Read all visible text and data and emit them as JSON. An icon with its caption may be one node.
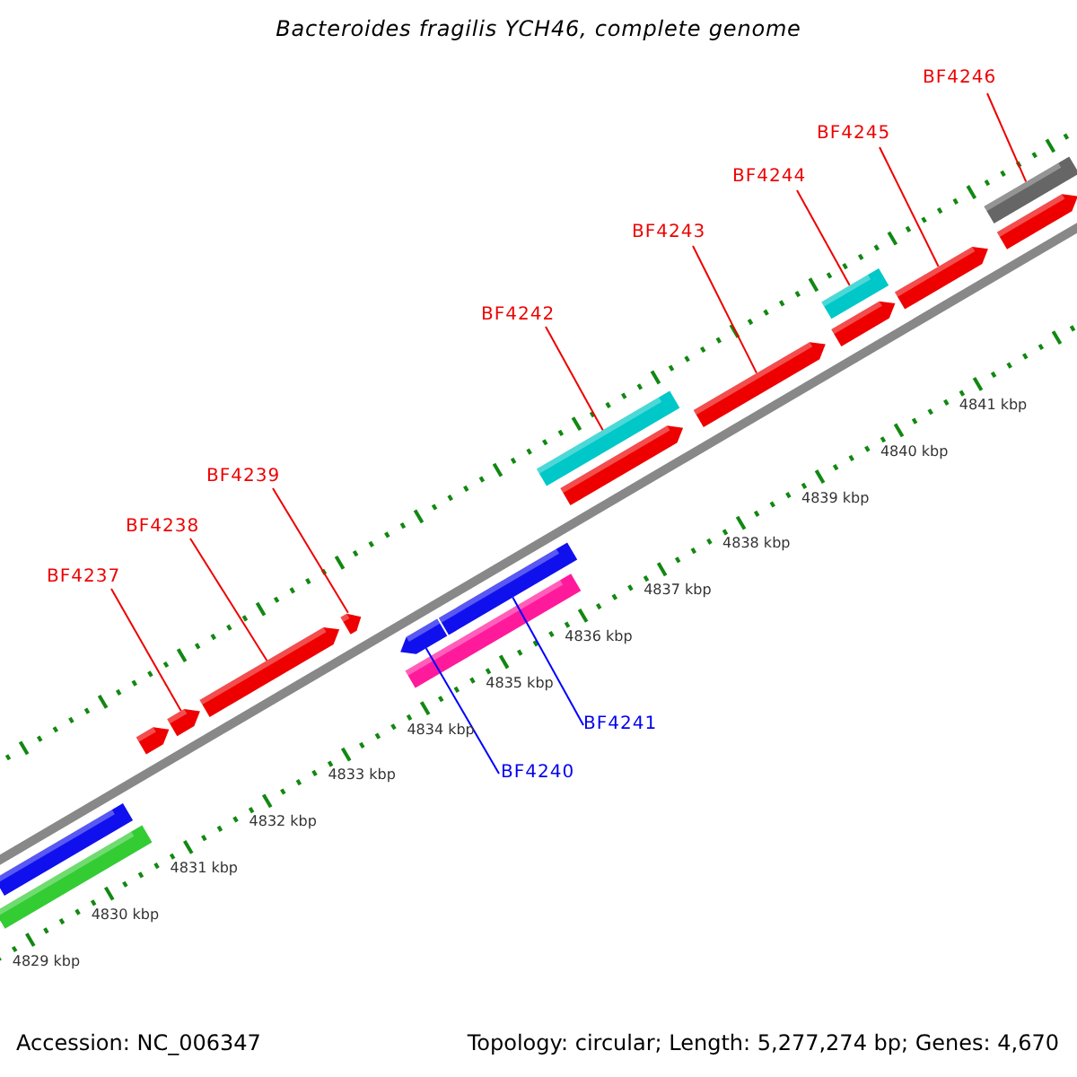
{
  "diagram": {
    "title": "Bacteroides fragilis YCH46, complete genome",
    "nodes": [
      {
        "text": [
          "BF4246"
        ]
      },
      {
        "text": [
          "BF4245"
        ]
      },
      {
        "text": [
          "BF4244"
        ]
      },
      {
        "text": [
          "BF4243"
        ]
      },
      {
        "text": [
          "BF4242"
        ]
      },
      {
        "text": [
          "BF4239"
        ]
      },
      {
        "text": [
          "BF4238"
        ]
      },
      {
        "text": [
          "BF4237"
        ]
      },
      {
        "text": [
          "BF4241"
        ]
      },
      {
        "text": [
          "BF4240"
        ]
      },
      {
        "text": [],
        "shape": "bar"
      },
      {
        "text": [],
        "shape": "bar"
      },
      {
        "text": [],
        "shape": "bar"
      },
      {
        "text": [],
        "shape": "bar"
      },
      {
        "text": [],
        "shape": "bar"
      },
      {
        "text": [],
        "shape": "bar"
      },
      {
        "text": [],
        "shape": "bar"
      },
      {
        "text": [],
        "shape": "bar"
      },
      {
        "text": [],
        "shape": "bar"
      },
      {
        "text": [],
        "shape": "bar"
      },
      {
        "text": [],
        "shape": "bar"
      },
      {
        "text": [],
        "shape": "bar"
      },
      {
        "text": [],
        "shape": "bar"
      },
      {
        "text": [],
        "shape": "bar"
      },
      {
        "text": [],
        "shape": "bar"
      },
      {
        "text": [],
        "shape": "bar"
      },
      {
        "text": [],
        "shape": "bar"
      }
    ],
    "edges": [
      {
        "from": 7,
        "to": 13,
        "arrow": "none"
      },
      {
        "from": 6,
        "to": 14,
        "arrow": "none"
      },
      {
        "from": 5,
        "to": 15,
        "arrow": "none"
      },
      {
        "from": 9,
        "to": 16,
        "arrow": "none",
        "color": "#0000ff"
      },
      {
        "from": 8,
        "to": 18,
        "arrow": "none",
        "color": "#0000ff"
      },
      {
        "from": 4,
        "to": 19,
        "arrow": "none"
      },
      {
        "from": 3,
        "to": 21,
        "arrow": "none"
      },
      {
        "from": 2,
        "to": 23,
        "arrow": "none"
      },
      {
        "from": 1,
        "to": 24,
        "arrow": "none"
      },
      {
        "from": 0,
        "to": 25,
        "arrow": "none"
      }
    ],
    "labels": [
      "4841 kbp",
      "4840 kbp",
      "4839 kbp",
      "4838 kbp",
      "4837 kbp",
      "4836 kbp",
      "4835 kbp",
      "4834 kbp",
      "4833 kbp",
      "4832 kbp",
      "4831 kbp",
      "4830 kbp",
      "4829 kbp",
      "Accession: NC_006347",
      "Topology: circular; Length: 5,277,274 bp; Genes: 4,670"
    ]
  }
}
